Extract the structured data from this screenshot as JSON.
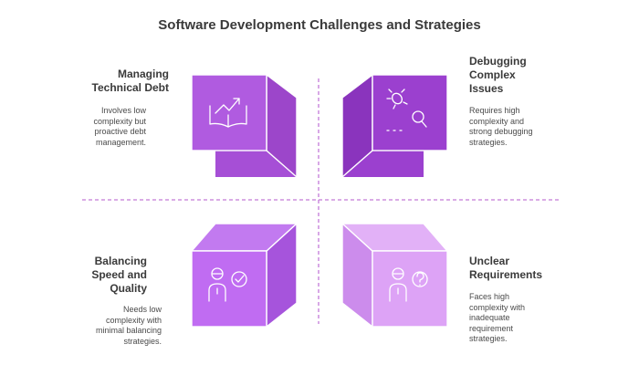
{
  "title": "Software Development Challenges and Strategies",
  "quadrants": {
    "top_left": {
      "title_lines": [
        "Managing",
        "Technical Debt"
      ],
      "desc_lines": [
        "Involves low",
        "complexity but",
        "proactive debt",
        "management."
      ]
    },
    "top_right": {
      "title_lines": [
        "Debugging",
        "Complex",
        "Issues"
      ],
      "desc_lines": [
        "Requires high",
        "complexity and",
        "strong debugging",
        "strategies."
      ]
    },
    "bottom_left": {
      "title_lines": [
        "Balancing",
        "Speed and",
        "Quality"
      ],
      "desc_lines": [
        "Needs low",
        "complexity with",
        "minimal balancing",
        "strategies."
      ]
    },
    "bottom_right": {
      "title_lines": [
        "Unclear",
        "Requirements"
      ],
      "desc_lines": [
        "Faces high",
        "complexity with",
        "inadequate",
        "requirement",
        "strategies."
      ]
    }
  },
  "colors": {
    "top_left": "#b05be0",
    "top_right": "#9b40cf",
    "bottom_left": "#c06cf2",
    "bottom_right": "#dda3f6",
    "divider": "#c47ad8"
  },
  "icons": {
    "top_left": "book-growth-icon",
    "top_right": "bug-search-icon",
    "bottom_left": "person-check-icon",
    "bottom_right": "person-question-icon"
  }
}
